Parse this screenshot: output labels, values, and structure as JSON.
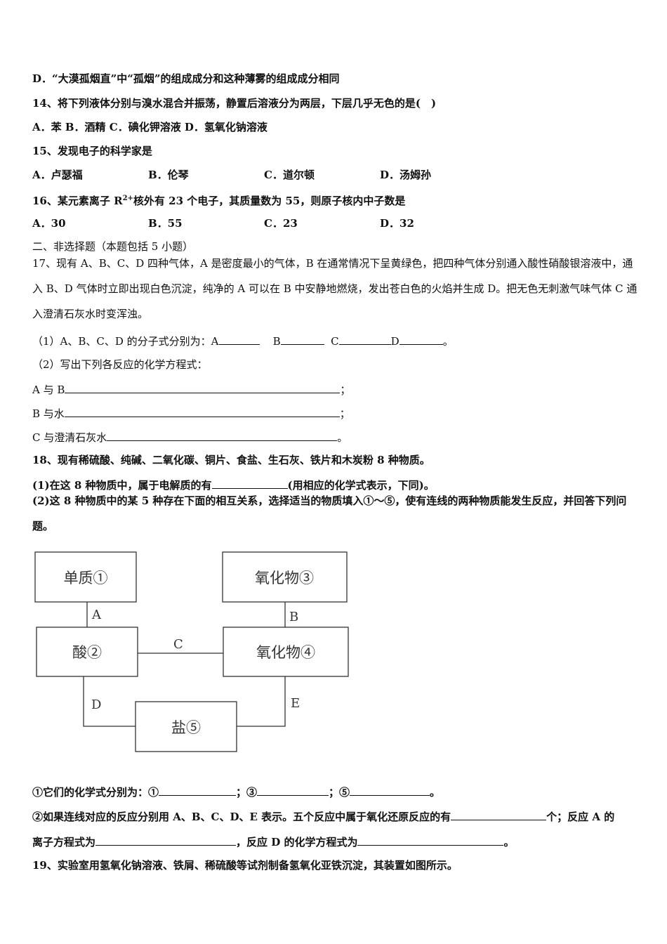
{
  "q13": {
    "optD": "D．“大漠孤烟直”中“孤烟”的组成成分和这种薄雾的组成成分相同"
  },
  "q14": {
    "stem": "14、将下列液体分别与溴水混合并振荡，静置后溶液分为两层，下层几乎无色的是(　)",
    "options": "A．苯 B．酒精 C．碘化钾溶液 D．氢氧化钠溶液"
  },
  "q15": {
    "stem": "15、发现电子的科学家是",
    "options": [
      "A．卢瑟福",
      "B．伦琴",
      "C．道尔顿",
      "D．汤姆孙"
    ]
  },
  "q16": {
    "stem_pre": "16、某元素离子 R",
    "sup": "2+",
    "stem_post": "核外有 23 个电子，其质量数为 55，则原子核内中子数是",
    "options": [
      "A．30",
      "B．55",
      "C．23",
      "D．32"
    ]
  },
  "section2": {
    "title": "二、非选择题（本题包括 5 小题）"
  },
  "q17": {
    "stem": "17、现有 A、B、C、D 四种气体，A 是密度最小的气体，B 在通常情况下呈黄绿色，把四种气体分别通入酸性硝酸银溶液中，通入 B、D 气体时立即出现白色沉淀，纯净的 A 可以在 B 中安静地燃烧，发出苍白色的火焰并生成 D。把无色无刺激气味气体 C 通入澄清石灰水时变浑浊。",
    "part1_pre": "（1）A、B、C、D 的分子式分别为：A",
    "label_b": "B",
    "label_c": "C",
    "label_d": "D",
    "end_mark": "。",
    "part2": "（2）写出下列各反应的化学方程式：",
    "eq1": "A 与 B",
    "eq2": "B 与水",
    "eq3": "C 与澄清石灰水",
    "semi": "；",
    "period": "。"
  },
  "q18": {
    "stem": "18、现有稀硫酸、纯碱、二氧化碳、铜片、食盐、生石灰、铁片和木炭粉 8 种物质。",
    "part1_pre": "(1)在这 8 种物质中，属于电解质的有",
    "part1_post": "(用相应的化学式表示，下同)。",
    "part2": "(2)这 8 种物质中的某 5 种存在下面的相互关系，选择适当的物质填入①～⑤，使有连线的两种物质能发生反应，并回答下列问题。",
    "diagram": {
      "box1": "单质①",
      "box2": "酸②",
      "box3": "氧化物③",
      "box4": "氧化物④",
      "box5": "盐⑤",
      "link_a": "A",
      "link_b": "B",
      "link_c": "C",
      "link_d": "D",
      "link_e": "E"
    },
    "sub1_pre": "①它们的化学式分别为：①",
    "sub1_m3": "；③",
    "sub1_m5": "；⑤",
    "sub1_end": "。",
    "sub2_pre": "②如果连线对应的反应分别用 A、B、C、D、E 表示。五个反应中属于氧化还原反应的有",
    "sub2_mid": "个；反应 A 的",
    "sub2_line2_pre": "离子方程式为",
    "sub2_line2_mid": "，反应 D 的化学方程式为",
    "sub2_end": "。"
  },
  "q19": {
    "stem": "19、实验室用氢氧化钠溶液、铁屑、稀硫酸等试剂制备氢氧化亚铁沉淀，其装置如图所示。"
  }
}
